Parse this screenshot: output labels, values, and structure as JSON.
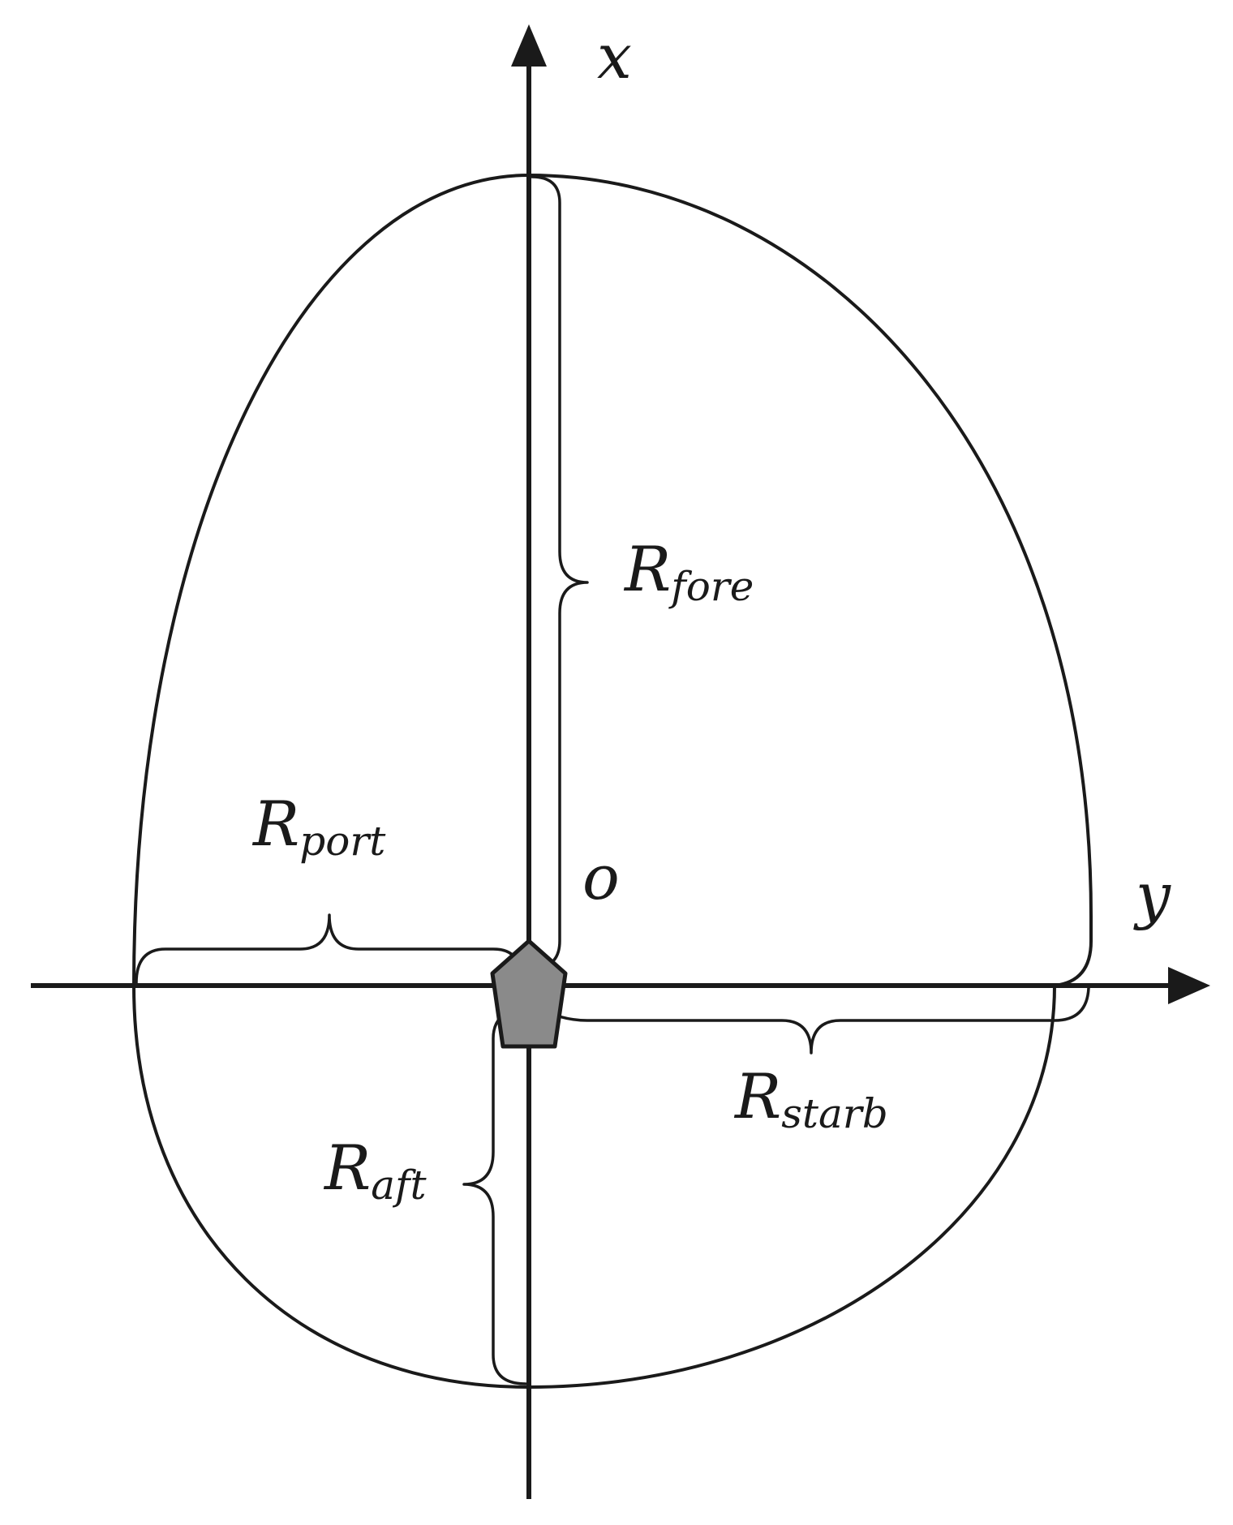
{
  "axes": {
    "x_label": "x",
    "y_label": "y",
    "origin_label": "o"
  },
  "radii": {
    "fore": {
      "symbol": "R",
      "subscript": "fore"
    },
    "aft": {
      "symbol": "R",
      "subscript": "aft"
    },
    "port": {
      "symbol": "R",
      "subscript": "port"
    },
    "starb": {
      "symbol": "R",
      "subscript": "starb"
    }
  },
  "colors": {
    "line": "#1a1a1a",
    "ship_fill": "#8a8a8a",
    "background": "#ffffff"
  }
}
